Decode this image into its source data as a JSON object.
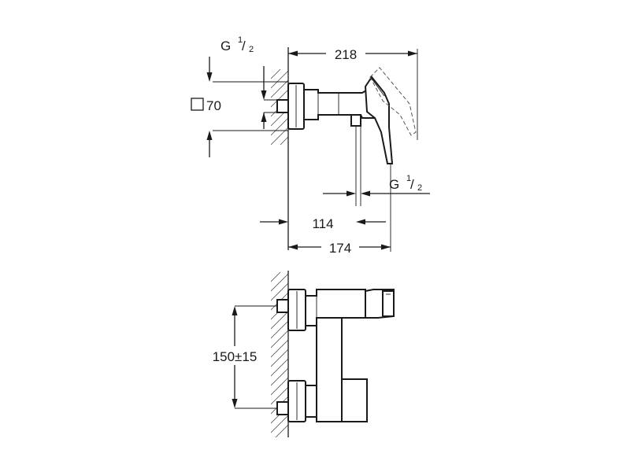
{
  "side_view": {
    "thread_inlet_main": "G",
    "thread_inlet_sup": "1",
    "thread_inlet_sub": "2",
    "square_size": "70",
    "width_overall": "218",
    "thread_outlet_main": "G",
    "thread_outlet_sup": "1",
    "thread_outlet_sub": "2",
    "depth_outlet": "114",
    "depth_body": "174"
  },
  "front_view": {
    "center_distance": "150±15"
  }
}
